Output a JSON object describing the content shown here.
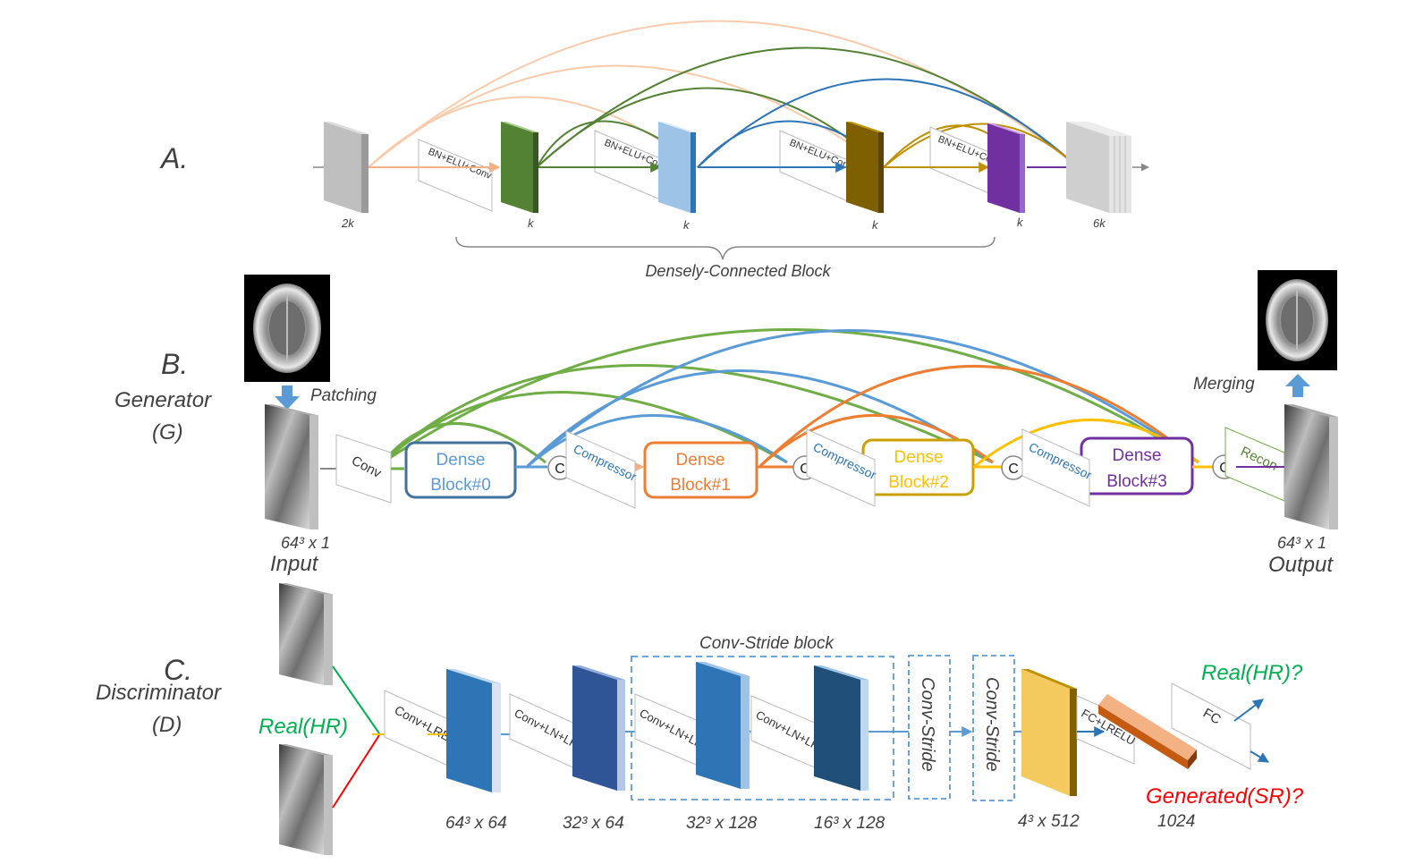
{
  "panelA": {
    "letter": "A.",
    "op_label": "BN+ELU+Conv",
    "sizes": [
      "2k",
      "k",
      "k",
      "k",
      "k",
      "6k"
    ],
    "brace_label": "Densely-Connected Block",
    "colors": {
      "input": "#b9b9b9",
      "f1": "#548235",
      "f2": "#9dc3e6",
      "f3": "#7f6000",
      "f4": "#7030a0",
      "out": "#d0d0d0"
    }
  },
  "panelB": {
    "letter": "B.",
    "name": "Generator",
    "abbr": "(G)",
    "patching": "Patching",
    "merging": "Merging",
    "conv": "Conv",
    "concat": "C",
    "compressor": "Compressor",
    "recon": "Recon",
    "dense_blocks": [
      {
        "line1": "Dense",
        "line2": "Block#0",
        "color": "#2e75b6"
      },
      {
        "line1": "Dense",
        "line2": "Block#1",
        "color": "#ed7d31"
      },
      {
        "line1": "Dense",
        "line2": "Block#2",
        "color": "#d6a400"
      },
      {
        "line1": "Dense",
        "line2": "Block#3",
        "color": "#7030a0"
      }
    ],
    "input_size": "64³ x 1",
    "input_label": "Input",
    "output_size": "64³ x 1",
    "output_label": "Output",
    "arc_colors": {
      "green": "#70ad47",
      "blue": "#5b9bd5",
      "orange": "#ed7d31",
      "yellow": "#ffc000"
    }
  },
  "panelC": {
    "letter": "C.",
    "name": "Discriminator",
    "abbr": "(D)",
    "real_input": "Real(HR)",
    "ops": [
      "Conv+LRELU",
      "Conv+LN+LRELU",
      "Conv+LN+LRELU",
      "Conv+LN+LRELU"
    ],
    "block_label": "Conv-Stride block",
    "conv_stride": [
      "Conv-Stride",
      "Conv-Stride"
    ],
    "fc_lrelu": "FC+LRELU",
    "fc": "FC",
    "sizes": [
      "64³ x 64",
      "32³ x 64",
      "32³ x 128",
      "16³ x 128",
      "4³ x 512",
      "1024"
    ],
    "real_q": "Real(HR)?",
    "generated_q": "Generated(SR)?",
    "colors": {
      "real": "#00b050",
      "generated": "#ff0000",
      "fm1": "#2e75b6",
      "fm2": "#2f5597",
      "fm3": "#2e75b6",
      "fm4": "#1f4e79",
      "fm5": "#f4c95d",
      "fm6": "#c55a11"
    }
  }
}
